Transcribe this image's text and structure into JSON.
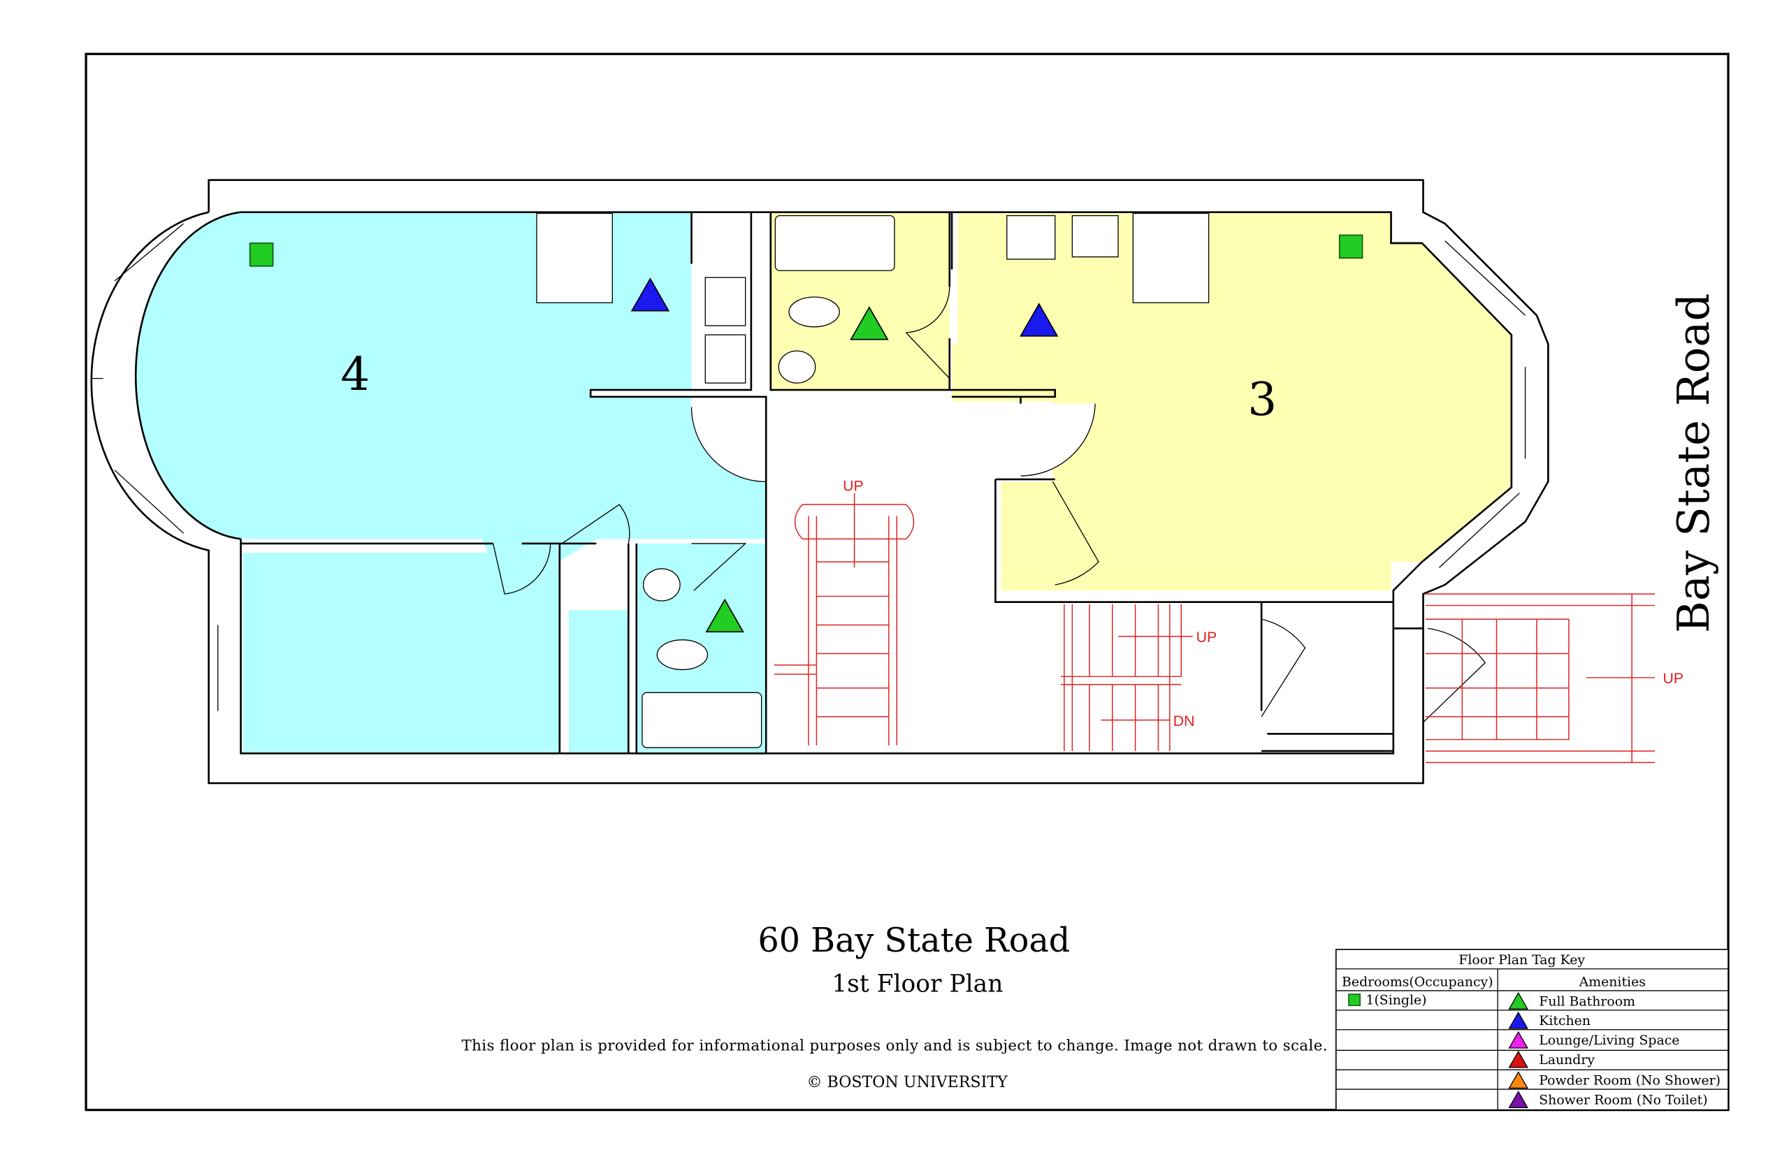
{
  "plan": {
    "title": "60 Bay State Road",
    "subtitle": "1st Floor Plan",
    "disclaimer": "This floor plan is provided for informational purposes only and is subject to change. Image not drawn to scale.",
    "copyright": "© BOSTON UNIVERSITY",
    "street_label": "Bay State Road",
    "rooms": [
      {
        "label": "4",
        "color": "#b3ffff"
      },
      {
        "label": "3",
        "color": "#ffffb3"
      }
    ],
    "stair_labels": {
      "up_main": "UP",
      "up_rear": "UP",
      "dn_rear": "DN",
      "up_entry": "UP"
    }
  },
  "legend": {
    "title": "Floor Plan Tag Key",
    "bedrooms_header": "Bedrooms(Occupancy)",
    "amenities_header": "Amenities",
    "bedrooms": [
      {
        "label": "1(Single)",
        "color": "#22cc22"
      }
    ],
    "amenities": [
      {
        "label": "Full Bathroom",
        "color": "#22cc22"
      },
      {
        "label": "Kitchen",
        "color": "#1a1aee"
      },
      {
        "label": "Lounge/Living Space",
        "color": "#ee22ee"
      },
      {
        "label": "Laundry",
        "color": "#dd1111"
      },
      {
        "label": "Powder Room (No Shower)",
        "color": "#ff8811"
      },
      {
        "label": "Shower Room (No Toilet)",
        "color": "#7711aa"
      }
    ]
  }
}
